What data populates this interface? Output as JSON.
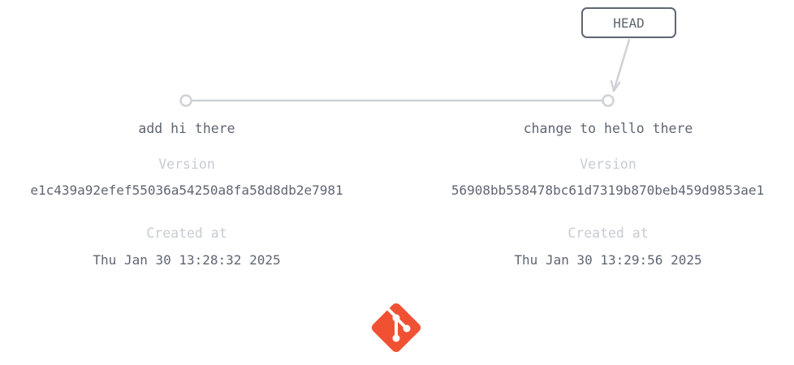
{
  "head_label": "HEAD",
  "commits": [
    {
      "message": "add hi there",
      "version_label": "Version",
      "version": "e1c439a92efef55036a54250a8fa58d8db2e7981",
      "created_label": "Created at",
      "created": "Thu Jan 30 13:28:32 2025"
    },
    {
      "message": "change to hello there",
      "version_label": "Version",
      "version": "56908bb558478bc61d7319b870beb459d9853ae1",
      "created_label": "Created at",
      "created": "Thu Jan 30 13:29:56 2025"
    }
  ],
  "colors": {
    "line": "#ced1d6",
    "text": "#5f6672",
    "muted": "#c7cbd1",
    "git_brand": "#f05133"
  },
  "icons": {
    "logo": "git-logo-icon"
  }
}
